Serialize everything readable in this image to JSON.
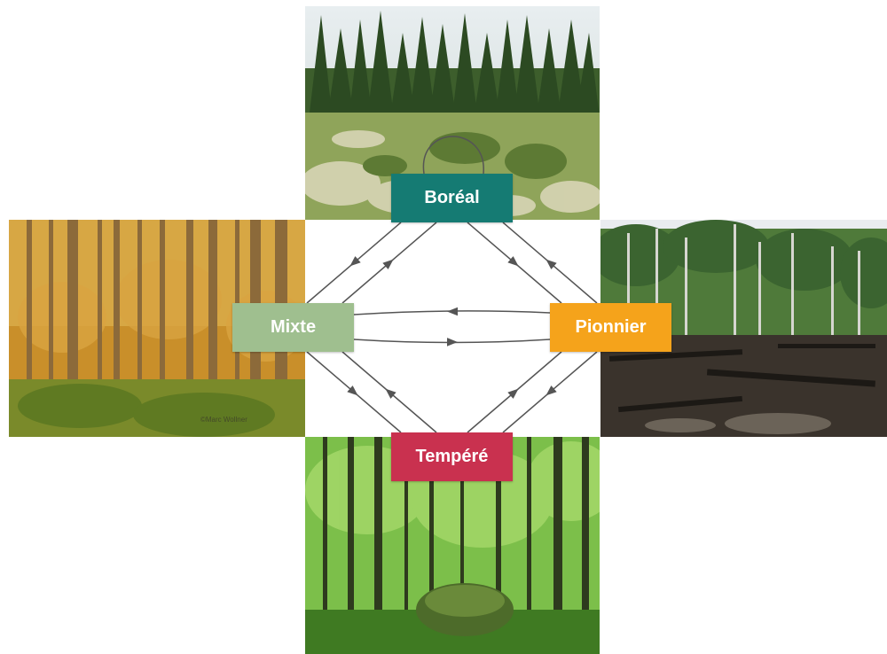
{
  "nodes": {
    "boreal": {
      "label": "Boréal",
      "color": "#157b73"
    },
    "mixte": {
      "label": "Mixte",
      "color": "#9fbf8f"
    },
    "pionnier": {
      "label": "Pionnier",
      "color": "#f5a31b"
    },
    "tempere": {
      "label": "Tempéré",
      "color": "#c9314f"
    }
  },
  "photos": {
    "boreal": {
      "subject": "spruce-forest-with-lichen-ground"
    },
    "mixte": {
      "subject": "mixed-forest-autumn-foliage"
    },
    "pionnier": {
      "subject": "burnt-clearcut-with-dead-trees"
    },
    "tempere": {
      "subject": "green-deciduous-forest-with-mossy-rock"
    }
  },
  "arrow_color": "#555555",
  "photo_credit": "©Marc Wollner"
}
